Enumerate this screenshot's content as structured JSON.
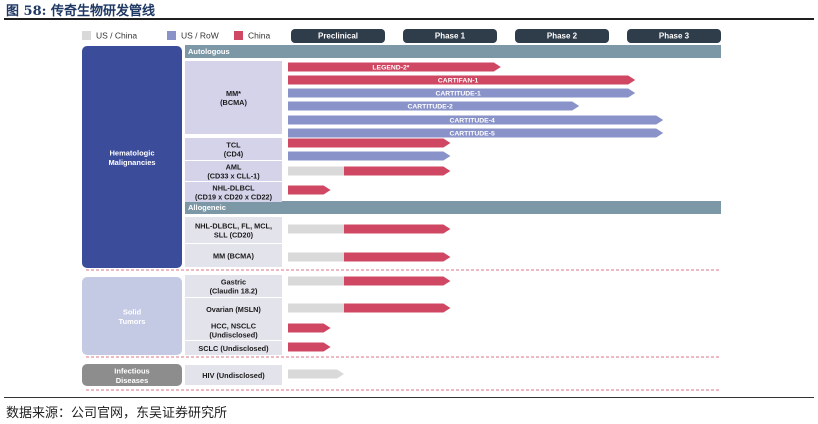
{
  "figure_title": "图 58:  传奇生物研发管线",
  "source": "数据来源：公司官网，东吴证券研究所",
  "colors": {
    "us_china": "#d9d9d9",
    "us_row": "#8a93c9",
    "china": "#cf4762",
    "legend_row": "#6b76bf",
    "category": "#3b4c9b",
    "solid": "#c5cae4",
    "infectious": "#8d8d8d",
    "section": "#7c97a6",
    "label_box": "#d4d3ea",
    "label_box_alt": "#e3e3ec",
    "phase_header": "#2f3c4a"
  },
  "chart_data": {
    "type": "pipeline",
    "legend": [
      {
        "key": "us_china",
        "label": "US / China"
      },
      {
        "key": "us_row",
        "label": "US / RoW"
      },
      {
        "key": "china",
        "label": "China"
      }
    ],
    "phases": [
      "Preclinical",
      "Phase 1",
      "Phase 2",
      "Phase 3"
    ],
    "categories": [
      {
        "label": "Hematologic\nMalignancies",
        "style": "category"
      },
      {
        "label": "Solid\nTumors",
        "style": "solid"
      },
      {
        "label": "Infectious\nDiseases",
        "style": "infectious"
      }
    ],
    "sections": [
      "Autologous",
      "Allogeneic"
    ],
    "targets": [
      {
        "label": "MM*\n(BCMA)"
      },
      {
        "label": "TCL\n(CD4)"
      },
      {
        "label": "AML\n(CD33 x CLL-1)"
      },
      {
        "label": "NHL-DLBCL\n(CD19 x CD20 x CD22)"
      },
      {
        "label": "NHL-DLBCL, FL,  MCL,\nSLL (CD20)"
      },
      {
        "label": "MM (BCMA)"
      },
      {
        "label": "Gastric\n(Claudin 18.2)"
      },
      {
        "label": "Ovarian (MSLN)"
      },
      {
        "label": "HCC, NSCLC\n(Undisclosed)"
      },
      {
        "label": "SCLC (Undisclosed)"
      },
      {
        "label": "HIV (Undisclosed)"
      }
    ],
    "programs": [
      {
        "target": 0,
        "name": "LEGEND-2*",
        "color": "china",
        "progress": 1.9
      },
      {
        "target": 0,
        "name": "CARTIFAN-1",
        "color": "china",
        "progress": 3.1
      },
      {
        "target": 0,
        "name": "CARTITUDE-1",
        "color": "us_row",
        "progress": 3.1
      },
      {
        "target": 0,
        "name": "CARTITUDE-2",
        "color": "us_row",
        "progress": 2.6
      },
      {
        "target": 0,
        "name": "CARTITUDE-4",
        "color": "us_row",
        "progress": 3.35
      },
      {
        "target": 0,
        "name": "CARTITUDE-5",
        "color": "us_row",
        "progress": 3.35
      },
      {
        "target": 1,
        "name": "",
        "color": "china",
        "progress": 1.45
      },
      {
        "target": 1,
        "name": "",
        "color": "us_row",
        "progress": 1.45
      },
      {
        "target": 2,
        "name": "",
        "color": "china",
        "progress": 1.45,
        "start_us_china": 0.5
      },
      {
        "target": 3,
        "name": "",
        "color": "china",
        "progress": 0.38
      },
      {
        "target": 4,
        "name": "",
        "color": "china",
        "progress": 1.45,
        "start_us_china": 0.5
      },
      {
        "target": 5,
        "name": "",
        "color": "china",
        "progress": 1.45,
        "start_us_china": 0.5
      },
      {
        "target": 6,
        "name": "",
        "color": "china",
        "progress": 1.45,
        "start_us_china": 0.5
      },
      {
        "target": 7,
        "name": "",
        "color": "china",
        "progress": 1.45,
        "start_us_china": 0.5
      },
      {
        "target": 8,
        "name": "",
        "color": "china",
        "progress": 0.38
      },
      {
        "target": 9,
        "name": "",
        "color": "china",
        "progress": 0.38
      },
      {
        "target": 10,
        "name": "",
        "color": "us_china",
        "progress": 0.5
      }
    ]
  }
}
